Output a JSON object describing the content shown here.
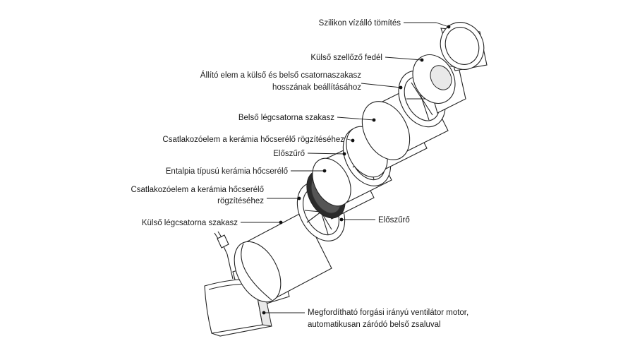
{
  "labels": {
    "silicone_seal": "Szilikon vízálló tömítés",
    "outer_cover": "Külső szellőző fedél",
    "adjuster_line1": "Állító elem a külső és belső csatornaszakasz",
    "adjuster_line2": "hosszának beállításához",
    "inner_duct": "Belső légcsatorna szakasz",
    "connector_top": "Csatlakozóelem a kerámia hőcserélő rögzítéséhez",
    "prefilter_top": "Előszűrő",
    "ceramic_exchanger": "Entalpia típusú kerámia hőcserélő",
    "connector_bottom_line1": "Csatlakozóelem a kerámia hőcserélő",
    "connector_bottom_line2": "rögzítéséhez",
    "prefilter_bottom": "Előszűrő",
    "outer_duct": "Külső légcsatorna szakasz",
    "fan_line1": "Megfordítható forgási irányú ventilátor motor,",
    "fan_line2": "automatikusan záródó belső zsaluval"
  }
}
